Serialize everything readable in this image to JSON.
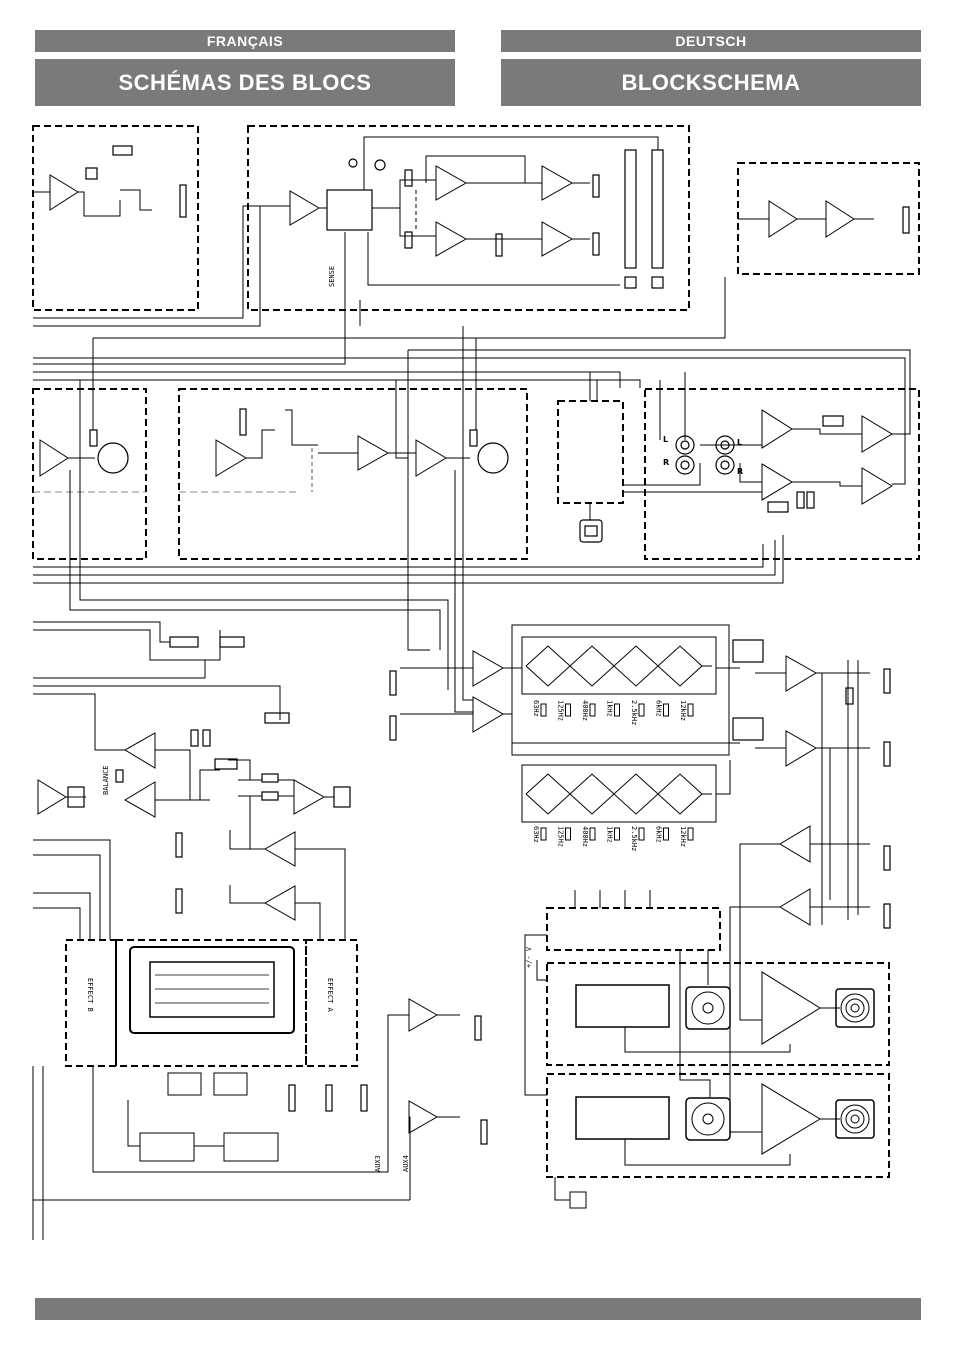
{
  "header": {
    "lang_left": "FRANÇAIS",
    "lang_right": "DEUTSCH",
    "title_left": "SCHÉMAS DES BLOCS",
    "title_right": "BLOCKSCHEMA"
  },
  "diagram": {
    "sense": "SENSE",
    "balance": "BALANCE",
    "effect_a": "EFFECT A",
    "effect_b": "EFFECT B",
    "aux3": "AUX3",
    "aux4": "AUX4",
    "voltage": "+/- V",
    "left": "L",
    "right": "R",
    "eq_bands": [
      "63Hz",
      "125Hz",
      "400Hz",
      "1kHz",
      "2.5kHz",
      "6kHz",
      "12kHz"
    ]
  }
}
